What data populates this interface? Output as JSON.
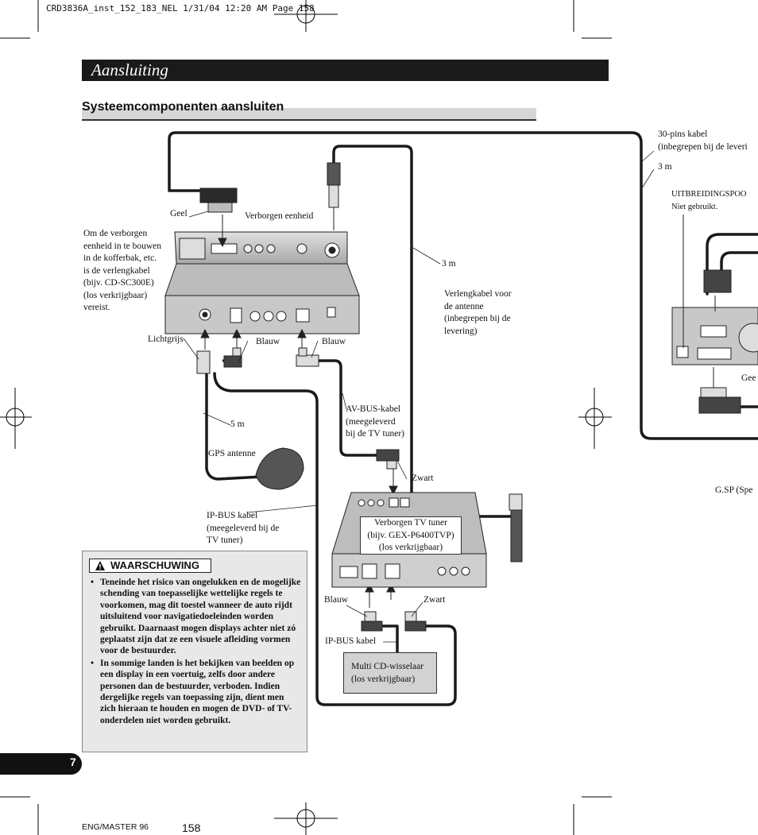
{
  "print_header": "CRD3836A_inst_152_183_NEL  1/31/04 12:20 AM  Page 158",
  "title": "Aansluiting",
  "section_title": "Systeemcomponenten aansluiten",
  "labels": {
    "geel": "Geel",
    "verborgen_eenheid": "Verborgen eenheid",
    "om_de_verborgen": "Om de verborgen\neenheid in te bouwen\nin de kofferbak, etc.\nis de verlengkabel\n(bijv. CD-SC300E)\n(los verkrijgbaar)\nvereist.",
    "lichtgrijs": "Lichtgrijs",
    "blauw_1": "Blauw",
    "blauw_2": "Blauw",
    "length_3m_1": "3 m",
    "verlengkabel": "Verlengkabel voor\nde antenne\n(inbegrepen bij de\nlevering)",
    "length_5m": "5 m",
    "av_bus_kabel": "AV-BUS-kabel\n(meegeleverd\nbij de TV tuner)",
    "gps_antenne": "GPS antenne",
    "zwart_1": "Zwart",
    "ip_bus_kabel_1": "IP-BUS kabel\n(meegeleverd bij de\nTV tuner)",
    "verborgen_tv_tuner": "Verborgen TV tuner\n(bijv. GEX-P6400TVP)\n(los verkrijgbaar)",
    "blauw_3": "Blauw",
    "zwart_2": "Zwart",
    "ip_bus_kabel_2": "IP-BUS kabel",
    "multi_cd": "Multi CD-wisselaar\n(los verkrijgbaar)",
    "pins_kabel": "30-pins kabel\n(inbegrepen bij de leveri",
    "length_3m_2": "3 m",
    "uitbreidingspoort": "UITBREIDINGSPOO\nNiet gebruikt.",
    "gee": "Gee",
    "gsp": "G.SP (Spe"
  },
  "warning": {
    "badge": "WAARSCHUWING",
    "items": [
      "Teneinde het risico van ongelukken en de mogelijke schending van toepasselijke wettelijke regels te voorkomen, mag dit toestel wanneer de auto rijdt uitsluitend voor navigatiedoeleinden worden gebruikt. Daarnaast mogen displays achter niet zó geplaatst zijn dat ze een visuele afleiding vormen voor de bestuurder.",
      "In sommige landen is het bekijken van beelden op een display in een voertuig, zelfs door andere personen dan de bestuurder, verboden. Indien dergelijke regels van toepassing zijn, dient men zich hieraan te houden en mogen de DVD- of TV-onderdelen niet worden gebruikt."
    ]
  },
  "chapter_number": "7",
  "footer_master": "ENG/MASTER 96",
  "page_number": "158"
}
